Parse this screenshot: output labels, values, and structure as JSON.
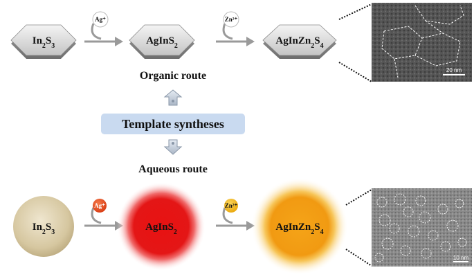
{
  "organic": {
    "nodes": [
      {
        "base": "In",
        "sub1": "2",
        "mid": "S",
        "sub2": "3",
        "tail": ""
      },
      {
        "base": "AgInS",
        "sub1": "2",
        "mid": "",
        "sub2": "",
        "tail": ""
      },
      {
        "base": "AgInZn",
        "sub1": "2",
        "mid": "S",
        "sub2": "4",
        "tail": ""
      }
    ],
    "ion1": "Ag⁺",
    "ion2": "Zn²⁺",
    "route_label": "Organic route",
    "scale_bar": "20 nm"
  },
  "center_label": "Template syntheses",
  "aqueous": {
    "route_label": "Aqueous route",
    "nodes": [
      {
        "base": "In",
        "sub1": "2",
        "mid": "S",
        "sub2": "3"
      },
      {
        "base": "AgInS",
        "sub1": "2",
        "mid": "",
        "sub2": ""
      },
      {
        "base": "AgInZn",
        "sub1": "2",
        "mid": "S",
        "sub2": "4"
      }
    ],
    "ion1": "Ag⁺",
    "ion2": "Zn²⁺",
    "scale_bar": "10 nm"
  },
  "colors": {
    "hexagon": "#a8a8a8",
    "sphere_in2s3": "#d8cba6",
    "sphere_agins2": "#e11818",
    "sphere_aginzn": "#f2a21a",
    "ion_ag": "#e0401a",
    "ion_zn": "#f2b414",
    "arrow": "#9a9a9a",
    "center_box": "#c9daf0"
  }
}
